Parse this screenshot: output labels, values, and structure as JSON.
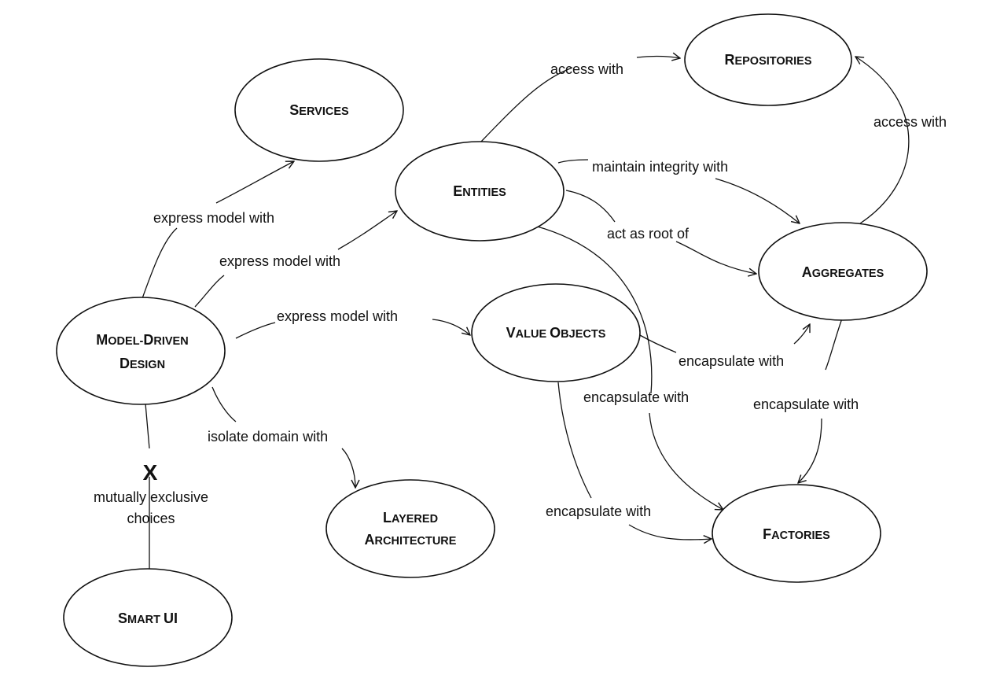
{
  "nodes": {
    "repositories": {
      "big": "R",
      "small": "EPOSITORIES"
    },
    "services": {
      "big": "S",
      "small": "ERVICES"
    },
    "entities": {
      "big": "E",
      "small": "NTITIES"
    },
    "aggregates": {
      "big": "A",
      "small": "GGREGATES"
    },
    "value_objects": {
      "big1": "V",
      "small1": "ALUE ",
      "big2": "O",
      "small2": "BJECTS"
    },
    "model_driven_design": {
      "big1": "M",
      "small1": "ODEL-",
      "big2": "D",
      "small2": "RIVEN",
      "big3": "D",
      "small3": "ESIGN"
    },
    "layered_architecture": {
      "big1": "L",
      "small1": "AYERED",
      "big2": "A",
      "small2": "RCHITECTURE"
    },
    "factories": {
      "big": "F",
      "small": "ACTORIES"
    },
    "smart_ui": {
      "big1": "S",
      "small1": "MART ",
      "big2": "UI"
    }
  },
  "labels": {
    "entities_to_repositories": "access with",
    "aggregates_to_repositories": "access with",
    "entities_to_aggregates_integrity": "maintain integrity with",
    "entities_to_aggregates_root": "act as root of",
    "mdd_to_services": "express model with",
    "mdd_to_entities": "express model with",
    "mdd_to_value_objects": "express model with",
    "value_objects_to_aggregates": "encapsulate with",
    "entities_to_factories": "encapsulate with",
    "aggregates_to_factories": "encapsulate with",
    "value_objects_to_factories": "encapsulate with",
    "mdd_to_layered": "isolate domain with",
    "exclusive_mark": "X",
    "exclusive_line1": "mutually exclusive",
    "exclusive_line2": "choices"
  }
}
